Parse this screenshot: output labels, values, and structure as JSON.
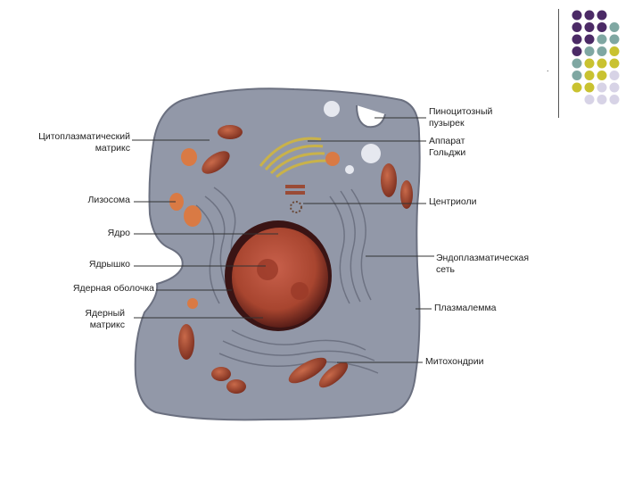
{
  "colors": {
    "purple": "#4b2a66",
    "teal": "#7fa7a2",
    "olive": "#c9c230",
    "lavender": "#d7d3e6",
    "cytoplasm": "#9298a8",
    "nucleus": "#b6503f",
    "mitochondria": "#a4472c"
  },
  "dot_grid": [
    [
      "purple",
      "purple",
      "purple",
      null
    ],
    [
      "purple",
      "purple",
      "purple",
      "teal"
    ],
    [
      "purple",
      "purple",
      "teal",
      "teal"
    ],
    [
      "purple",
      "teal",
      "teal",
      "olive"
    ],
    [
      "teal",
      "olive",
      "olive",
      "olive"
    ],
    [
      "teal",
      "olive",
      "olive",
      "lavender"
    ],
    [
      "olive",
      "olive",
      "lavender",
      "lavender"
    ],
    [
      null,
      "lavender",
      "lavender",
      "lavender"
    ]
  ],
  "corner_mark": ".",
  "labels": {
    "cytoplasmic_matrix": "Цитоплазматический\nматрикс",
    "lysosome": "Лизосома",
    "nucleus": "Ядро",
    "nucleolus": "Ядрышко",
    "nuclear_envelope": "Ядерная оболочка",
    "nuclear_matrix": "Ядерный\nматрикс",
    "pinocytic_vesicle": "Пиноцитозный\nпузырек",
    "golgi": "Аппарат\nГольджи",
    "centrioles": "Центриоли",
    "er": "Эндоплазматическая\nсеть",
    "plasmalemma": "Плазмалемма",
    "mitochondria": "Митохондрии"
  }
}
